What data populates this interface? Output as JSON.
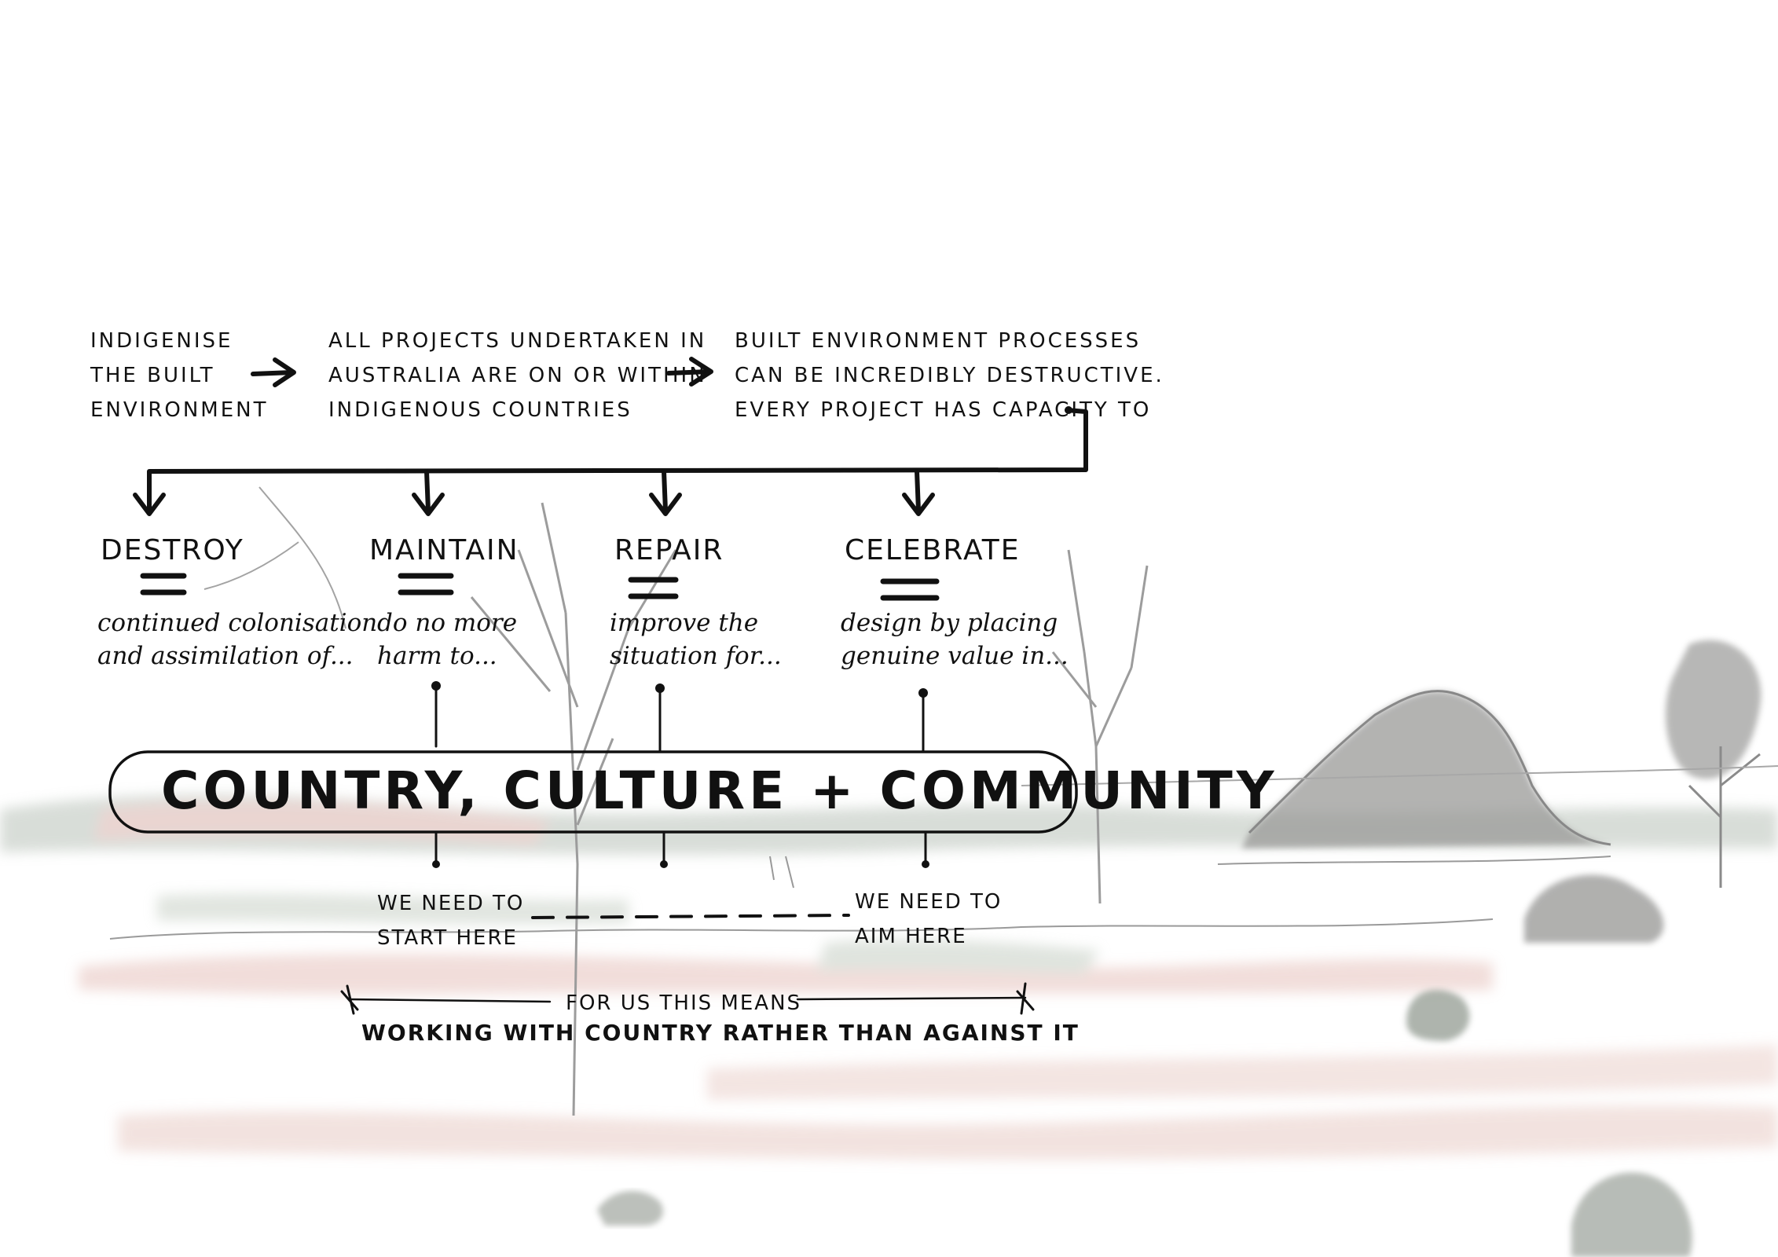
{
  "top_row": {
    "col1": [
      "INDIGENISE",
      "THE BUILT",
      "ENVIRONMENT"
    ],
    "col2": [
      "ALL PROJECTS UNDERTAKEN IN",
      "AUSTRALIA ARE ON OR WITHIN",
      "INDIGENOUS COUNTRIES"
    ],
    "col3": [
      "BUILT ENVIRONMENT PROCESSES",
      "CAN BE INCREDIBLY DESTRUCTIVE.",
      "EVERY PROJECT HAS CAPACITY TO"
    ]
  },
  "options": [
    {
      "label": "DESTROY",
      "desc": [
        "continued colonisation",
        "and assimilation of..."
      ]
    },
    {
      "label": "MAINTAIN",
      "desc": [
        "do no more",
        "harm to..."
      ]
    },
    {
      "label": "REPAIR",
      "desc": [
        "improve the",
        "situation for..."
      ]
    },
    {
      "label": "CELEBRATE",
      "desc": [
        "design by placing",
        "genuine value in..."
      ]
    }
  ],
  "banner": "COUNTRY, CULTURE + COMMUNITY",
  "start_note": [
    "WE NEED TO",
    "START HERE"
  ],
  "aim_note": [
    "WE NEED TO",
    "AIM HERE"
  ],
  "means_label": "FOR US THIS MEANS",
  "conclusion": "WORKING WITH COUNTRY RATHER THAN AGAINST IT"
}
